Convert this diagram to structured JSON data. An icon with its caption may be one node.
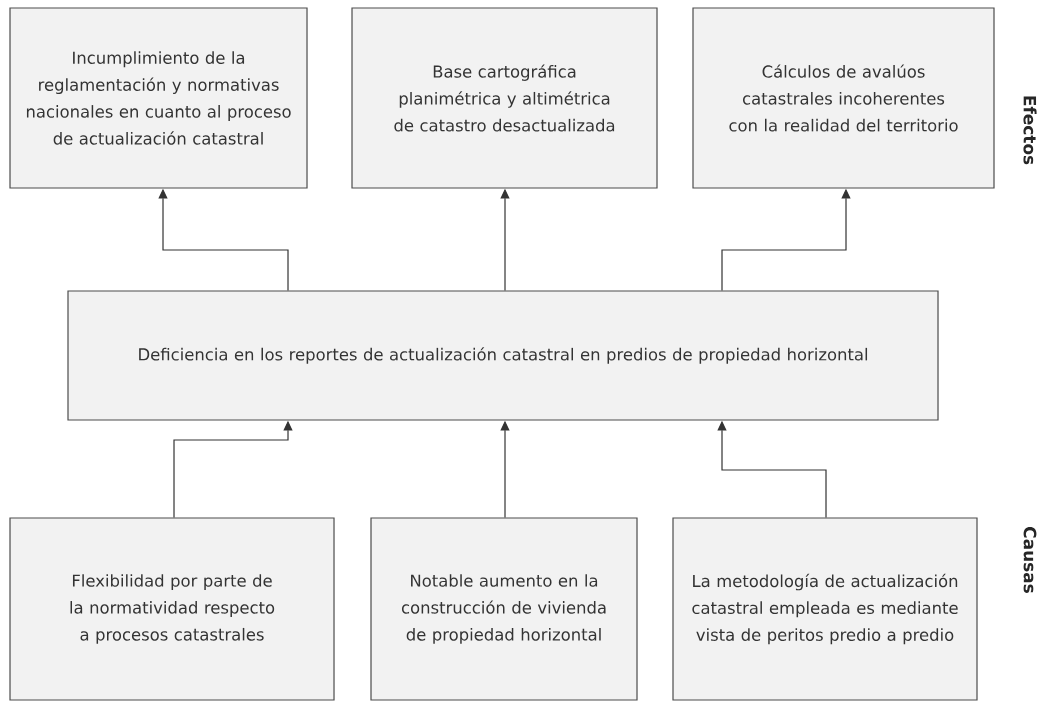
{
  "diagram": {
    "nodes": [
      {
        "text": [
          "Incumplimiento de la reglamentación y normativas nacionales en cuanto al proceso de actualización catastral"
        ]
      },
      {
        "text": [
          "Base cartográfica planimétrica y altimétrica de catastro desactualizada"
        ]
      },
      {
        "text": [
          "Cálculos de avalúos catastrales incoherentes con la realidad del territorio"
        ]
      },
      {
        "text": [
          "Deficiencia en los reportes de actualización catastral en predios de propiedad horizontal"
        ]
      },
      {
        "text": [
          "Flexibilidad por parte de la normatividad respecto a procesos catastrales"
        ]
      },
      {
        "text": [
          "Notable aumento en la construcción de vivienda de propiedad horizontal"
        ]
      },
      {
        "text": [
          "La metodología de actualización catastral empleada es mediante vista de peritos predio a predio"
        ]
      }
    ],
    "edges": [
      {
        "from": 3,
        "to": 0,
        "arrow": "to"
      },
      {
        "from": 3,
        "to": 1,
        "arrow": "to"
      },
      {
        "from": 3,
        "to": 2,
        "arrow": "to"
      },
      {
        "from": 4,
        "to": 3,
        "arrow": "to"
      },
      {
        "from": 5,
        "to": 3,
        "arrow": "to"
      },
      {
        "from": 6,
        "to": 3,
        "arrow": "to"
      }
    ],
    "labels": [
      "Efectos",
      "Causas"
    ]
  }
}
